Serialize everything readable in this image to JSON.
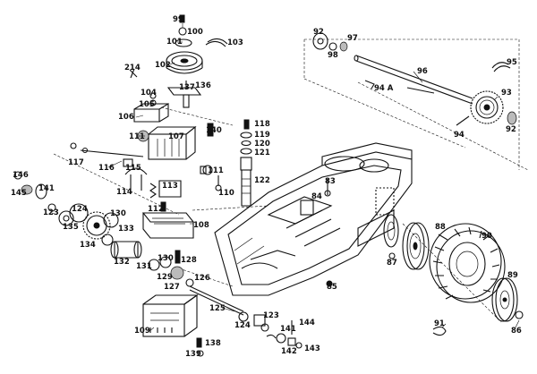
{
  "labels": {
    "l99": "99",
    "l100": "100",
    "l101": "101",
    "l103": "103",
    "l102": "102",
    "l214": "214",
    "l137": "137",
    "l136": "136",
    "l104": "104",
    "l105": "105",
    "l106": "106",
    "l111": "111",
    "l107": "107",
    "l140": "140",
    "l117": "117",
    "l116": "116",
    "l115": "115",
    "l114": "114",
    "l113": "113",
    "l112": "112",
    "l108": "108",
    "l111b": "111",
    "l110": "110",
    "l146": "146",
    "l145": "145",
    "l141": "141",
    "l123": "123",
    "l124": "124",
    "l135": "135",
    "l130": "130",
    "l133": "133",
    "l134": "134",
    "l132": "132",
    "l131": "131",
    "l130b": "130",
    "l128": "128",
    "l129": "129",
    "l127": "127",
    "l126": "126",
    "l125": "125",
    "l118": "118",
    "l119": "119",
    "l120": "120",
    "l121": "121",
    "l122": "122",
    "l83": "83",
    "l84": "84",
    "l85": "85",
    "l92": "92",
    "l98": "98",
    "l97": "97",
    "l96": "96",
    "l95": "95",
    "l94a": "94 A",
    "l93": "93",
    "l94": "94",
    "l92b": "92",
    "l88": "88",
    "l87": "87",
    "l90": "90",
    "l89": "89",
    "l91": "91",
    "l86": "86",
    "l109": "109",
    "l138": "138",
    "l139": "139",
    "l124b": "124",
    "l123b": "123",
    "l144": "144",
    "l141b": "141",
    "l142": "142",
    "l143": "143"
  }
}
